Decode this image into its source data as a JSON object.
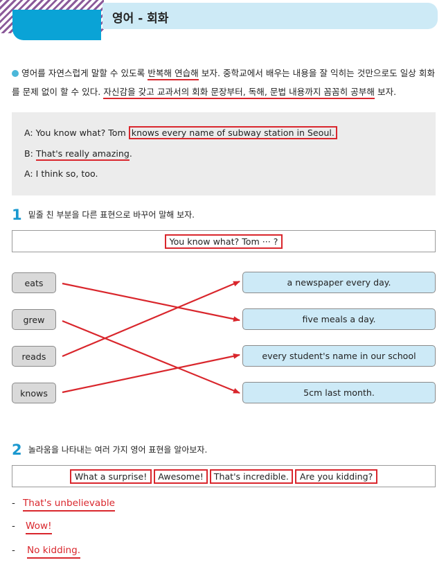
{
  "header": {
    "title": "영어 - 회화"
  },
  "intro": {
    "part1": "영어를 자연스럽게 말할 수 있도록 ",
    "part2": "반복해 연습해",
    "part3": " 보자. 중학교에서 배우는 내용을 잘 익히는 것만으로도 일상 회화를 문제 없이 할 수 있다. ",
    "part4": "자신감을 갖고 교과서의 회화 문장부터, 독해, 문법 내용까지 꼼꼼히 공부해",
    "part5": " 보자."
  },
  "dialogue": {
    "line_a1_prefix": "A: You know what? Tom ",
    "line_a1_boxed": "knows every name of subway station in Seoul.",
    "line_b_prefix": "B: ",
    "line_b_underlined": "That's really amazing",
    "line_b_suffix": ".",
    "line_a2": "A: I think so, too."
  },
  "q1": {
    "number": "1",
    "text": "밑줄 친 부분을 다른 표현으로 바꾸어 말해 보자.",
    "box": "You know what? Tom ··· ?"
  },
  "matching": {
    "left": [
      "eats",
      "grew",
      "reads",
      "knows"
    ],
    "right": [
      "a newspaper every day.",
      "five meals a day.",
      "every student's name in our school",
      "5cm last month."
    ],
    "pairs": [
      [
        0,
        1
      ],
      [
        1,
        3
      ],
      [
        2,
        0
      ],
      [
        3,
        2
      ]
    ],
    "line_color": "#d9262c"
  },
  "q2": {
    "number": "2",
    "text": "놀라움을 나타내는 여러 가지 영어 표현을 알아보자.",
    "options": [
      "What a surprise!",
      "Awesome!",
      "That's incredible.",
      "Are you kidding?"
    ]
  },
  "answers": [
    "That's unbelievable",
    "Wow!",
    "No kidding."
  ],
  "colors": {
    "accent": "#0aa3d6",
    "title_band": "#cdeaf6",
    "red": "#d9262c"
  }
}
